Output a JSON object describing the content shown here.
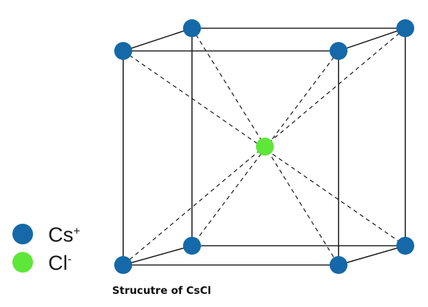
{
  "legend": {
    "cation": {
      "symbol": "Cs",
      "charge": "+",
      "color": "#1569a8"
    },
    "anion": {
      "symbol": "Cl",
      "charge": "-",
      "color": "#5fe63a"
    }
  },
  "caption": "Strucutre of CsCl",
  "colors": {
    "edge": "#1a1a1a",
    "cation": "#1569a8",
    "anion": "#5fe63a"
  }
}
